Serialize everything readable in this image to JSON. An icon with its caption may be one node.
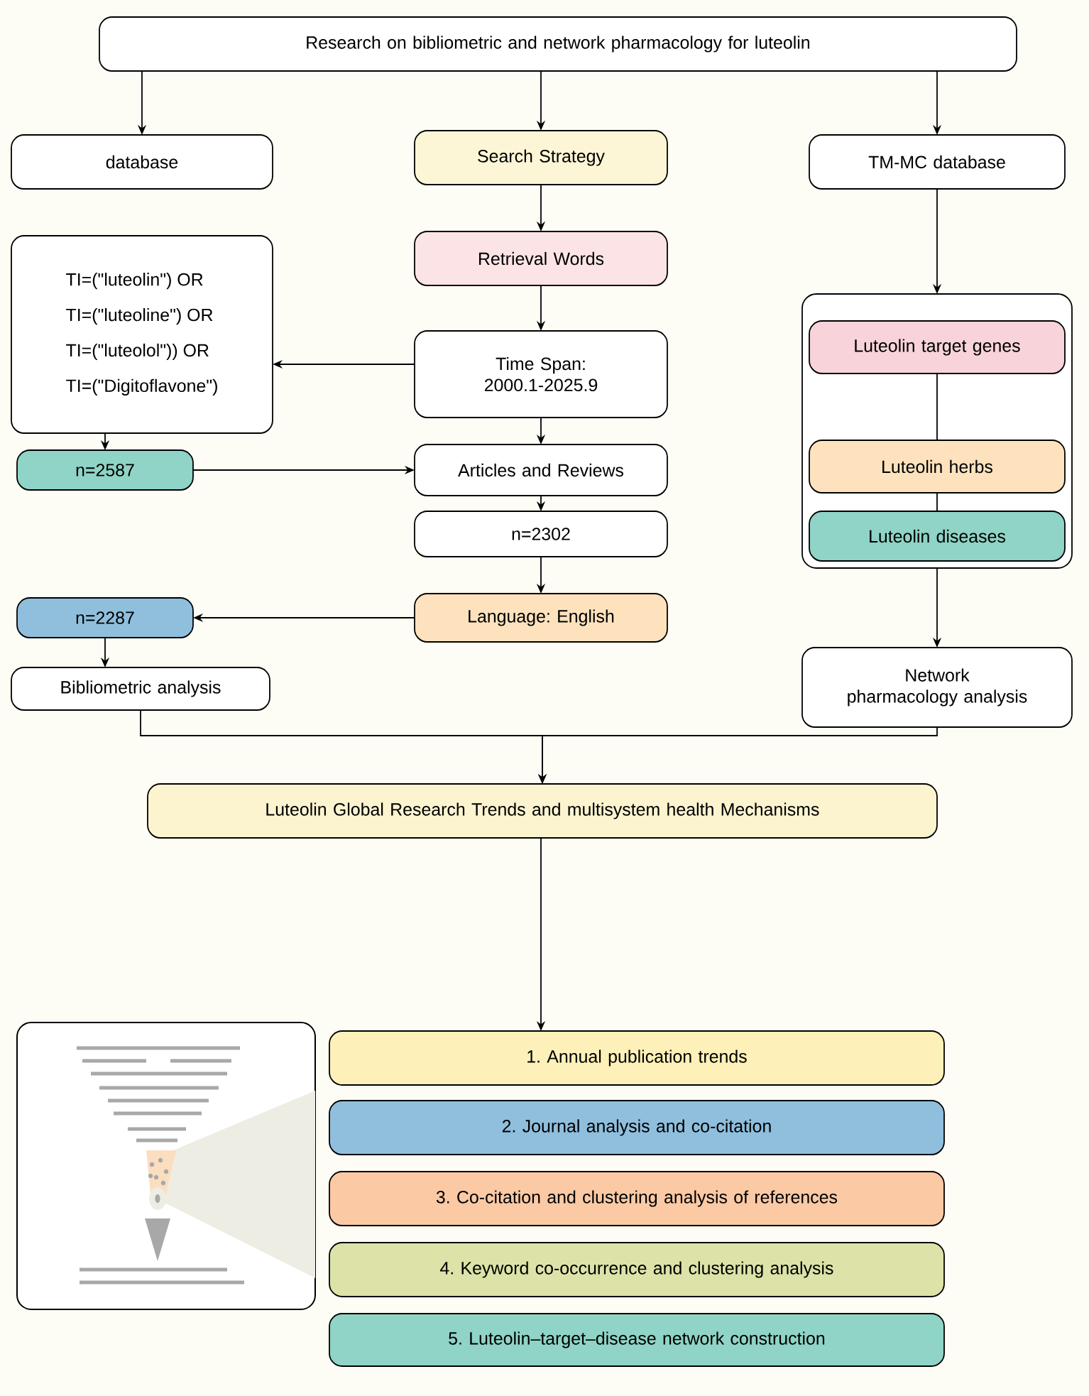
{
  "diagram": {
    "nodes": [
      {
        "text": [
          "Research on bibliometric and network pharmacology for luteolin"
        ]
      },
      {
        "text": [
          "database"
        ]
      },
      {
        "text": [
          "Search Strategy"
        ]
      },
      {
        "text": [
          "TM-MC database"
        ]
      },
      {
        "text": [
          "TI=(\"luteolin\") OR",
          "TI=(\"luteoline\") OR",
          "TI=(\"luteolol\")) OR",
          "TI=(\"Digitoflavone\")"
        ]
      },
      {
        "text": [
          "Retrieval Words"
        ]
      },
      {
        "text": [
          "Time Span: 2000.1-2025.9"
        ]
      },
      {
        "text": [],
        "shape": "box"
      },
      {
        "text": [
          "Luteolin target genes"
        ],
        "in": 7
      },
      {
        "text": [
          "Luteolin herbs"
        ],
        "in": 7
      },
      {
        "text": [
          "Luteolin diseases"
        ],
        "in": 7
      },
      {
        "text": [
          "n=2587"
        ]
      },
      {
        "text": [
          "Articles and Reviews"
        ]
      },
      {
        "text": [
          "n=2302"
        ]
      },
      {
        "text": [
          "n=2287"
        ]
      },
      {
        "text": [
          "Language: English"
        ]
      },
      {
        "text": [
          "Bibliometric analysis"
        ]
      },
      {
        "text": [
          "Network pharmacology analysis"
        ]
      },
      {
        "text": [
          "Luteolin Global Research Trends and multisystem health Mechanisms"
        ]
      },
      {
        "text": [
          "1. Annual publication trends"
        ]
      },
      {
        "text": [
          "2. Journal analysis and co-citation"
        ]
      },
      {
        "text": [
          "3. Co-citation and clustering analysis of references"
        ]
      },
      {
        "text": [
          "4. Keyword co-occurrence and clustering analysis"
        ]
      },
      {
        "text": [
          "5. Luteolin–target–disease network construction"
        ]
      }
    ],
    "edges": [
      {
        "from": 0,
        "to": 1,
        "arrow": "to"
      },
      {
        "from": 0,
        "to": 2,
        "arrow": "to"
      },
      {
        "from": 0,
        "to": 3,
        "arrow": "to"
      },
      {
        "from": 2,
        "to": 5,
        "arrow": "to"
      },
      {
        "from": 5,
        "to": 6,
        "arrow": "to"
      },
      {
        "from": 6,
        "to": 4,
        "arrow": "to"
      },
      {
        "from": 4,
        "to": 11,
        "arrow": "to"
      },
      {
        "from": 11,
        "to": 12,
        "arrow": "to"
      },
      {
        "from": 6,
        "to": 12,
        "arrow": "to"
      },
      {
        "from": 12,
        "to": 13,
        "arrow": "to"
      },
      {
        "from": 13,
        "to": 15,
        "arrow": "to"
      },
      {
        "from": 15,
        "to": 14,
        "arrow": "to"
      },
      {
        "from": 14,
        "to": 16,
        "arrow": "to"
      },
      {
        "from": 3,
        "to": 7,
        "arrow": "to"
      },
      {
        "from": 8,
        "to": 9,
        "arrow": "none"
      },
      {
        "from": 9,
        "to": 10,
        "arrow": "none"
      },
      {
        "from": 7,
        "to": 17,
        "arrow": "to"
      },
      {
        "from": 16,
        "to": 18,
        "arrow": "to"
      },
      {
        "from": 17,
        "to": 18,
        "arrow": "to"
      },
      {
        "from": 18,
        "to": 19,
        "arrow": "to"
      }
    ]
  }
}
